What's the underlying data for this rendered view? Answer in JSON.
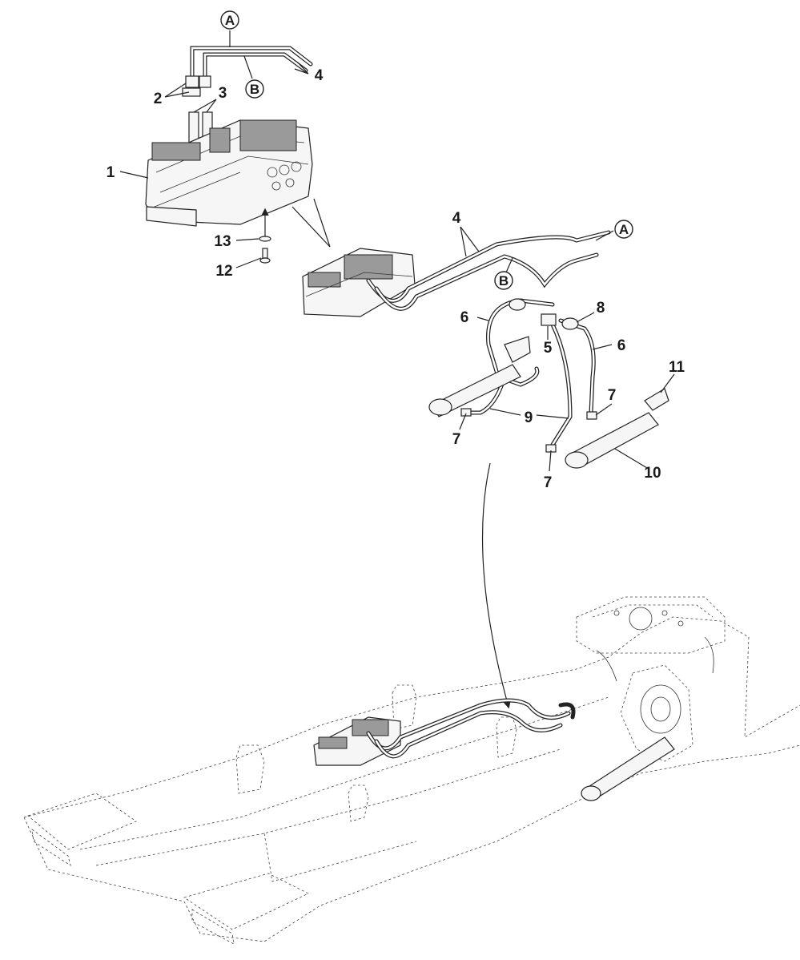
{
  "callouts": {
    "c1": "1",
    "c2": "2",
    "c3": "3",
    "c4_top": "4",
    "c4_mid": "4",
    "c5": "5",
    "c6_left": "6",
    "c6_right": "6",
    "c7_a": "7",
    "c7_b": "7",
    "c7_c": "7",
    "c8": "8",
    "c9": "9",
    "c10": "10",
    "c11": "11",
    "c12": "12",
    "c13": "13"
  },
  "circle_refs": {
    "a_top": "A",
    "b_top": "B",
    "a_mid": "A",
    "b_mid": "B"
  },
  "colors": {
    "line": "#222222",
    "background": "#ffffff"
  }
}
